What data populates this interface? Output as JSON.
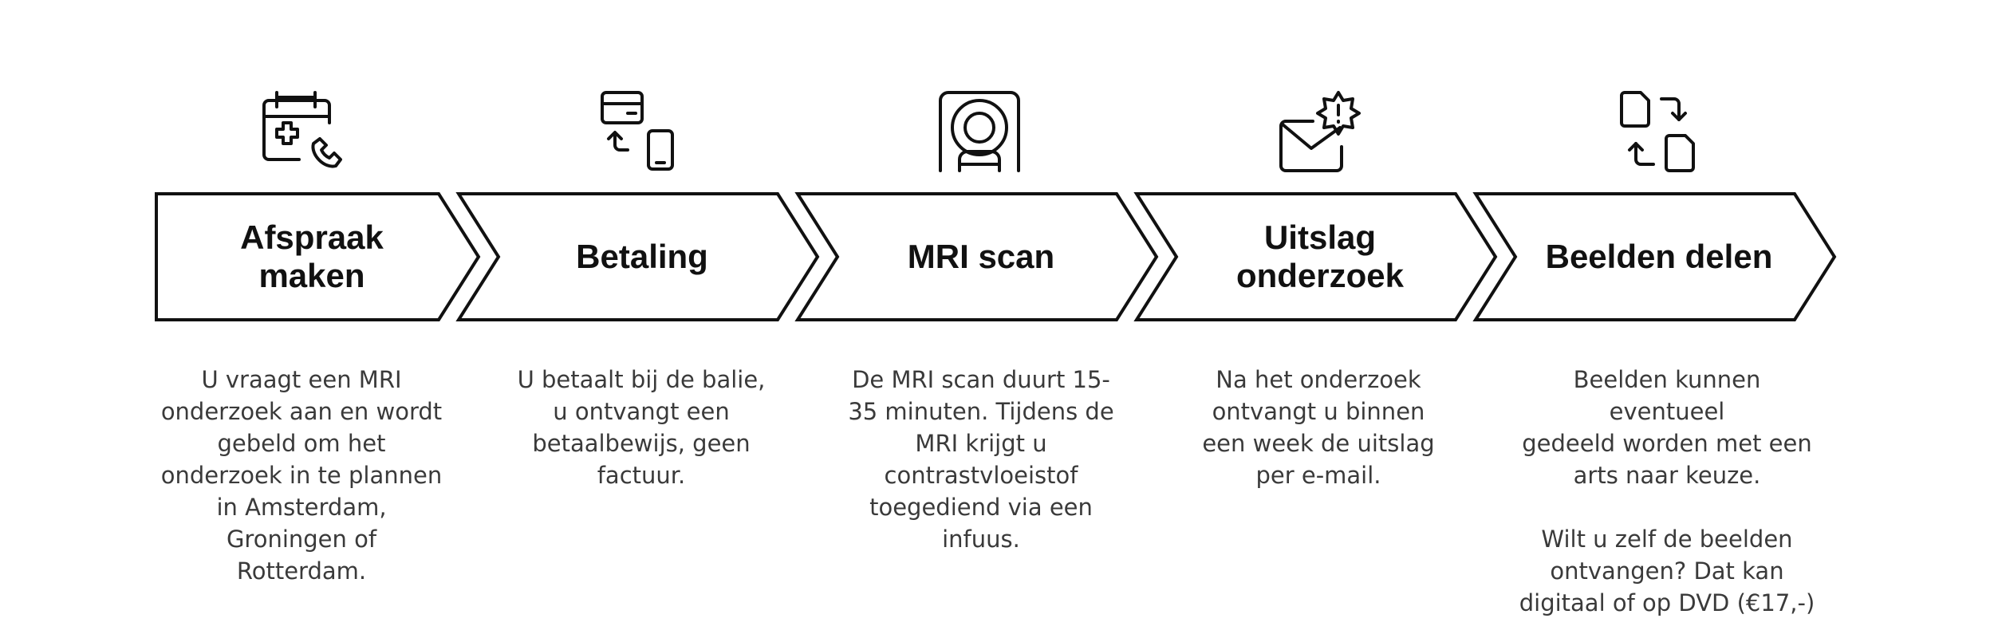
{
  "steps": [
    {
      "title": "Afspraak\nmaken",
      "icon": "calendar-medical-phone-icon",
      "description": "U vraagt een MRI\nonderzoek aan en wordt\ngebeld om het\nonderzoek in te plannen\nin Amsterdam,\nGroningen of\nRotterdam."
    },
    {
      "title": "Betaling",
      "icon": "card-to-phone-payment-icon",
      "description": "U betaalt bij de balie,\nu ontvangt een\nbetaalbewijs, geen\nfactuur."
    },
    {
      "title": "MRI scan",
      "icon": "mri-scanner-icon",
      "description": "De MRI scan duurt 15-\n35 minuten. Tijdens de\nMRI krijgt u\ncontrastvloeistof\ntoegediend via een\ninfuus."
    },
    {
      "title": "Uitslag\nonderzoek",
      "icon": "mail-alert-icon",
      "description": "Na het onderzoek\nontvangt u binnen\neen week de uitslag\nper e-mail."
    },
    {
      "title": "Beelden delen",
      "icon": "file-exchange-icon",
      "description": "Beelden kunnen eventueel\ngedeeld worden met een\narts naar keuze.\n\nWilt u zelf de beelden\nontvangen? Dat kan\ndigitaal of op DVD (€17,-)"
    }
  ]
}
